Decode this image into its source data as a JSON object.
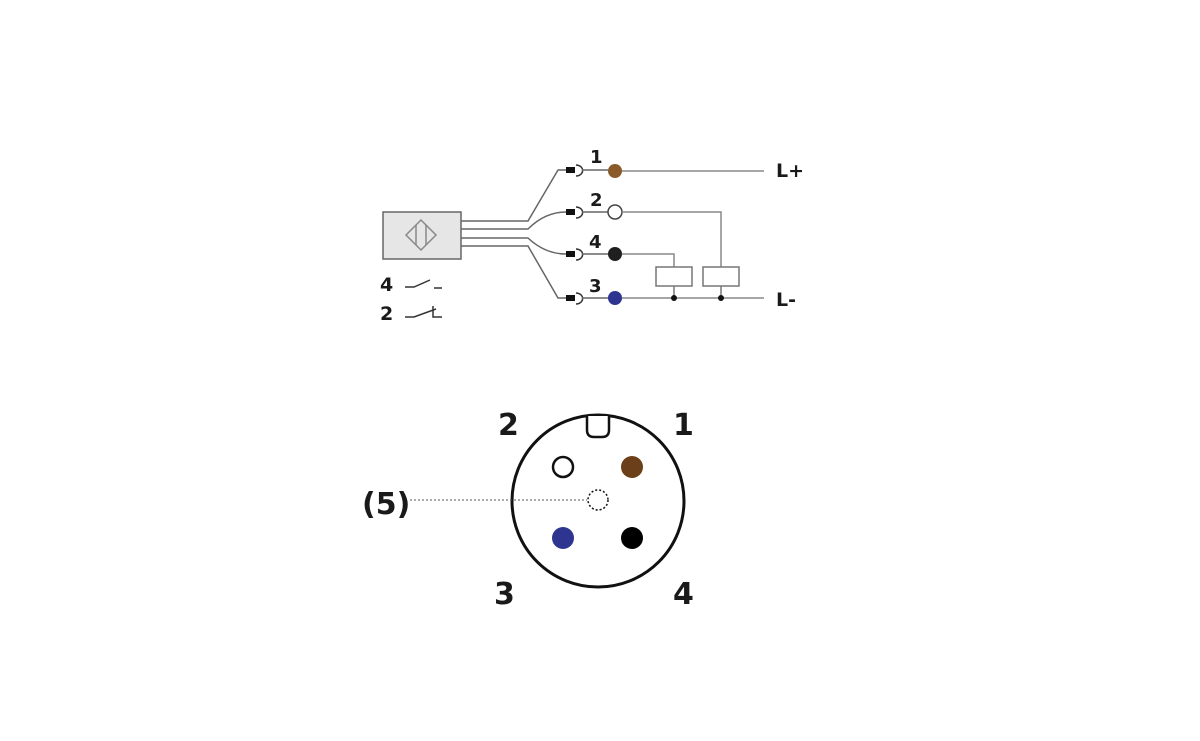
{
  "wiring": {
    "pins": [
      {
        "number": "1",
        "color": "#8b5a2b",
        "fill": "brown"
      },
      {
        "number": "2",
        "color": "#ffffff",
        "fill": "white"
      },
      {
        "number": "4",
        "color": "#1f1f1f",
        "fill": "black"
      },
      {
        "number": "3",
        "color": "#2e3590",
        "fill": "blue"
      }
    ],
    "supply_positive": "L+",
    "supply_negative": "L-",
    "switch_labels": {
      "no": "4",
      "nc": "2"
    }
  },
  "connector": {
    "pin_labels": {
      "p1": "1",
      "p2": "2",
      "p3": "3",
      "p4": "4",
      "p5": "(5)"
    },
    "colors": {
      "p1": "#6b3f1a",
      "p2": "#ffffff",
      "p3": "#2e3590",
      "p4": "#000000"
    }
  }
}
